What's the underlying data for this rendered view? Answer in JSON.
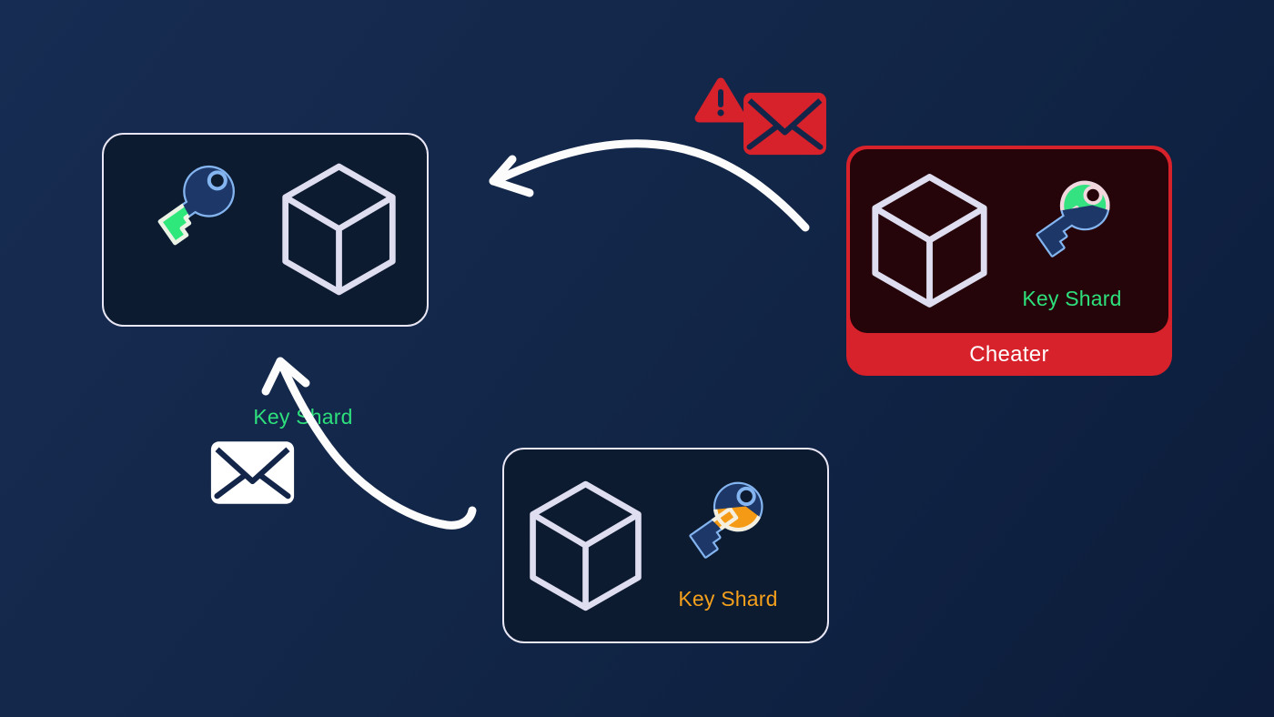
{
  "nodes": {
    "receiver": {
      "label": "Key Shard",
      "label_color": "#2ee07c",
      "icons": [
        "key-shard-icon",
        "cube-icon"
      ],
      "shard_color": "#2ee87c"
    },
    "cheater": {
      "label": "Key Shard",
      "label_color": "#2ee07c",
      "banner": "Cheater",
      "banner_color": "#d7212b",
      "icons": [
        "cube-icon",
        "key-shard-icon"
      ],
      "shard_color": "#35e282"
    },
    "honest": {
      "label": "Key Shard",
      "label_color": "#f5a01c",
      "icons": [
        "cube-icon",
        "key-shard-icon"
      ],
      "shard_color": "#f59a14"
    }
  },
  "messages": {
    "bad": {
      "from": "cheater",
      "to": "receiver",
      "icons": [
        "warning-triangle-icon",
        "alert-envelope-icon"
      ],
      "color": "#d7212b"
    },
    "good": {
      "from": "honest",
      "to": "receiver",
      "icons": [
        "envelope-icon"
      ],
      "color": "#ffffff"
    }
  },
  "colors": {
    "background_start": "#172c52",
    "background_end": "#0c1c3a",
    "node_fill": "#0d1b30",
    "node_border": "#e9e7f5",
    "key_navy": "#1d3868",
    "key_outline_blue": "#84b5f0",
    "cube_stroke": "#dfddf0",
    "alert_red": "#d7212b",
    "cheater_inner_fill": "#250509",
    "arrow_white": "#fcfcfc"
  }
}
